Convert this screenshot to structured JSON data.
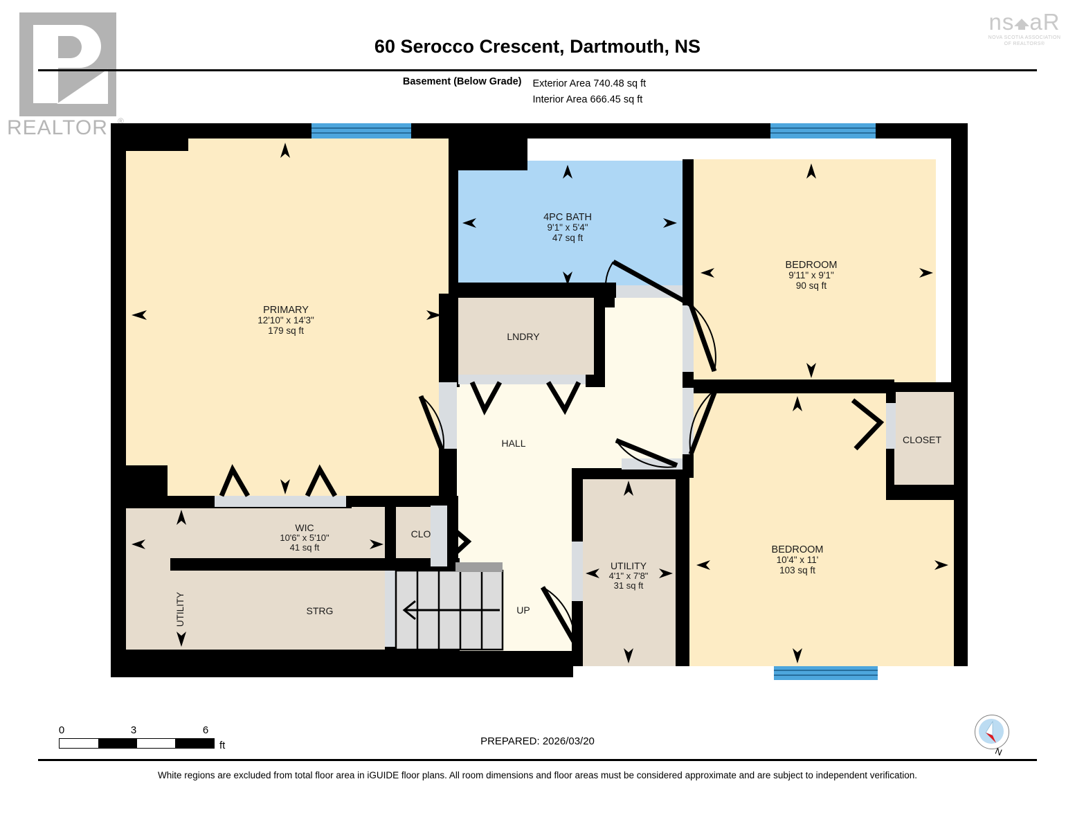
{
  "header": {
    "title": "60 Serocco Crescent, Dartmouth, NS",
    "floor_label": "Basement (Below Grade)",
    "exterior_area": "Exterior Area 740.48 sq ft",
    "interior_area": "Interior Area 666.45 sq ft"
  },
  "logos": {
    "realtor_word": "REALTOR",
    "realtor_reg": "®",
    "nsar_n": "ns",
    "nsar_ar": "aR",
    "nsar_sub_line1": "NOVA SCOTIA ASSOCIATION",
    "nsar_sub_line2": "OF REALTORS®"
  },
  "rooms": [
    {
      "key": "primary",
      "name": "PRIMARY",
      "dims": "12'10\" x 14'3\"",
      "area": "179 sq ft",
      "fill": "#fdecc5"
    },
    {
      "key": "bath",
      "name": "4PC BATH",
      "dims": "9'1\" x 5'4\"",
      "area": "47 sq ft",
      "fill": "#aed7f5"
    },
    {
      "key": "bedroom1",
      "name": "BEDROOM",
      "dims": "9'11\" x 9'1\"",
      "area": "90 sq ft",
      "fill": "#fdecc5"
    },
    {
      "key": "bedroom2",
      "name": "BEDROOM",
      "dims": "10'4\" x 11'",
      "area": "103 sq ft",
      "fill": "#fdecc5"
    },
    {
      "key": "wic",
      "name": "WIC",
      "dims": "10'6\" x 5'10\"",
      "area": "41 sq ft",
      "fill": "#e6dccd"
    },
    {
      "key": "utility_c",
      "name": "UTILITY",
      "dims": "4'1\" x 7'8\"",
      "area": "31 sq ft",
      "fill": "#e6dccd"
    },
    {
      "key": "lndry",
      "name": "LNDRY",
      "dims": "",
      "area": "",
      "fill": "#e6dccd"
    },
    {
      "key": "hall",
      "name": "HALL",
      "dims": "",
      "area": "",
      "fill": "#fefaea"
    },
    {
      "key": "closet",
      "name": "CLOSET",
      "dims": "",
      "area": "",
      "fill": "#e6dccd"
    },
    {
      "key": "clo",
      "name": "CLO",
      "dims": "",
      "area": "",
      "fill": "#e6dccd"
    },
    {
      "key": "strg",
      "name": "STRG",
      "dims": "",
      "area": "",
      "fill": "#e6dccd"
    },
    {
      "key": "utility_l",
      "name": "UTILITY",
      "dims": "",
      "area": "",
      "fill": "#e6dccd"
    },
    {
      "key": "stairs",
      "name": "UP",
      "dims": "",
      "area": "",
      "fill": "#dcdcdc"
    }
  ],
  "scale": {
    "t0": "0",
    "t1": "3",
    "t2": "6",
    "unit": "ft"
  },
  "prepared": "PREPARED: 2026/03/20",
  "compass": {
    "label": "N"
  },
  "disclaimer": "White regions are excluded from total floor area in iGUIDE floor plans. All room dimensions and floor areas must be considered approximate and are subject to independent verification.",
  "colors": {
    "wall": "#000000",
    "room_cream": "#fdecc5",
    "room_tan": "#e6dccd",
    "room_hall": "#fefaea",
    "bath_blue": "#aed7f5",
    "window_blue": "#4da6dd",
    "door_gap": "#d9dde1",
    "stair_fill": "#dcdcdc"
  }
}
